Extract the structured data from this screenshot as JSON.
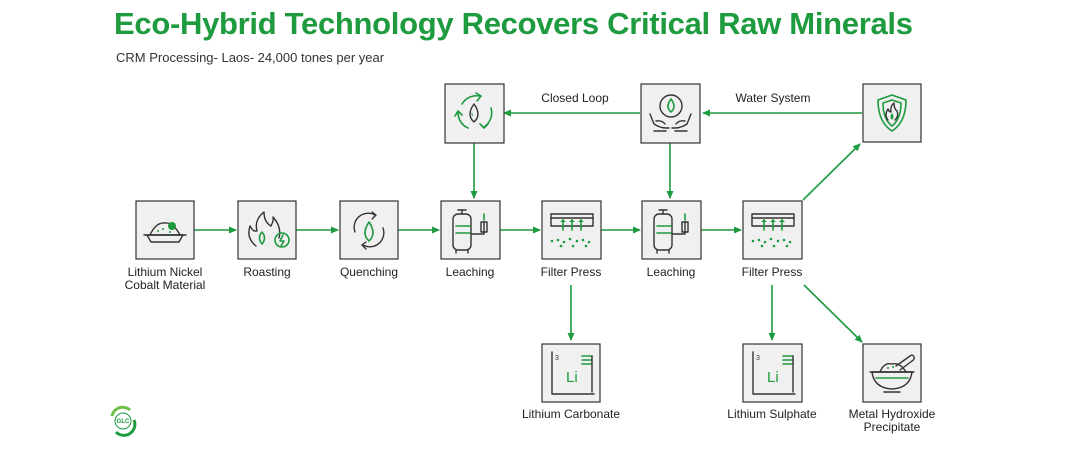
{
  "header": {
    "title": "Eco-Hybrid Technology Recovers Critical Raw Minerals",
    "subtitle": "CRM Processing- Laos- 24,000 tones per year"
  },
  "colors": {
    "accent": "#1e9a3f",
    "box_fill": "#f0f0f0",
    "box_stroke": "#333333"
  },
  "nodes": {
    "lithium_material": {
      "line1": "Lithium Nickel",
      "line2": "Cobalt Material",
      "icon": "ore-bowl-icon"
    },
    "roasting": {
      "label": "Roasting",
      "icon": "flame-icon"
    },
    "quenching": {
      "label": "Quenching",
      "icon": "water-drop-cycle-icon"
    },
    "leaching_1": {
      "label": "Leaching",
      "icon": "tank-icon"
    },
    "filter_press_1": {
      "label": "Filter Press",
      "icon": "filter-press-icon"
    },
    "leaching_2": {
      "label": "Leaching",
      "icon": "tank-icon"
    },
    "filter_press_2": {
      "label": "Filter Press",
      "icon": "filter-press-icon"
    },
    "closed_loop": {
      "icon": "recycle-drop-icon"
    },
    "water_system": {
      "icon": "hands-drop-icon"
    },
    "shield": {
      "icon": "shield-flame-icon"
    },
    "lithium_carbonate": {
      "label": "Lithium Carbonate",
      "icon": "lithium-element-icon",
      "number": "3",
      "symbol": "Li"
    },
    "lithium_sulphate": {
      "label": "Lithium Sulphate",
      "icon": "lithium-element-icon",
      "number": "3",
      "symbol": "Li"
    },
    "metal_hydroxide": {
      "line1": "Metal Hydroxide",
      "line2": "Precipitate",
      "icon": "mortar-icon"
    }
  },
  "edges": {
    "closed_loop_label": "Closed Loop",
    "water_system_label": "Water System"
  },
  "logo": {
    "text": "GLC",
    "icon": "glc-logo-icon"
  }
}
